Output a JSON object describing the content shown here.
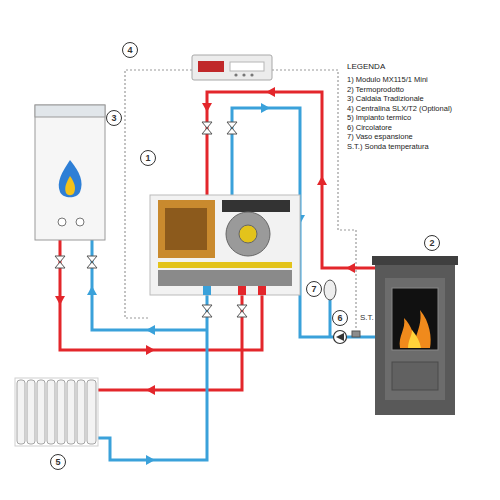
{
  "diagram": {
    "labels": [
      "4",
      "3",
      "1",
      "2",
      "7",
      "6",
      "S.T.",
      "5",
      "LEGENDA"
    ],
    "legend": [
      {
        "text": "1) Modulo MX115/1 Mini"
      },
      {
        "text": "2) Termoprodotto"
      },
      {
        "text": "3) Caldaia Tradizionale"
      },
      {
        "text": "4) Centralina SLX/T2 (Optional)"
      },
      {
        "text": "5) Impianto termico"
      },
      {
        "text": "6) Circolatore"
      },
      {
        "text": "7) Vaso espansione"
      },
      {
        "text": "S.T.) Sonda temperatura"
      }
    ]
  }
}
